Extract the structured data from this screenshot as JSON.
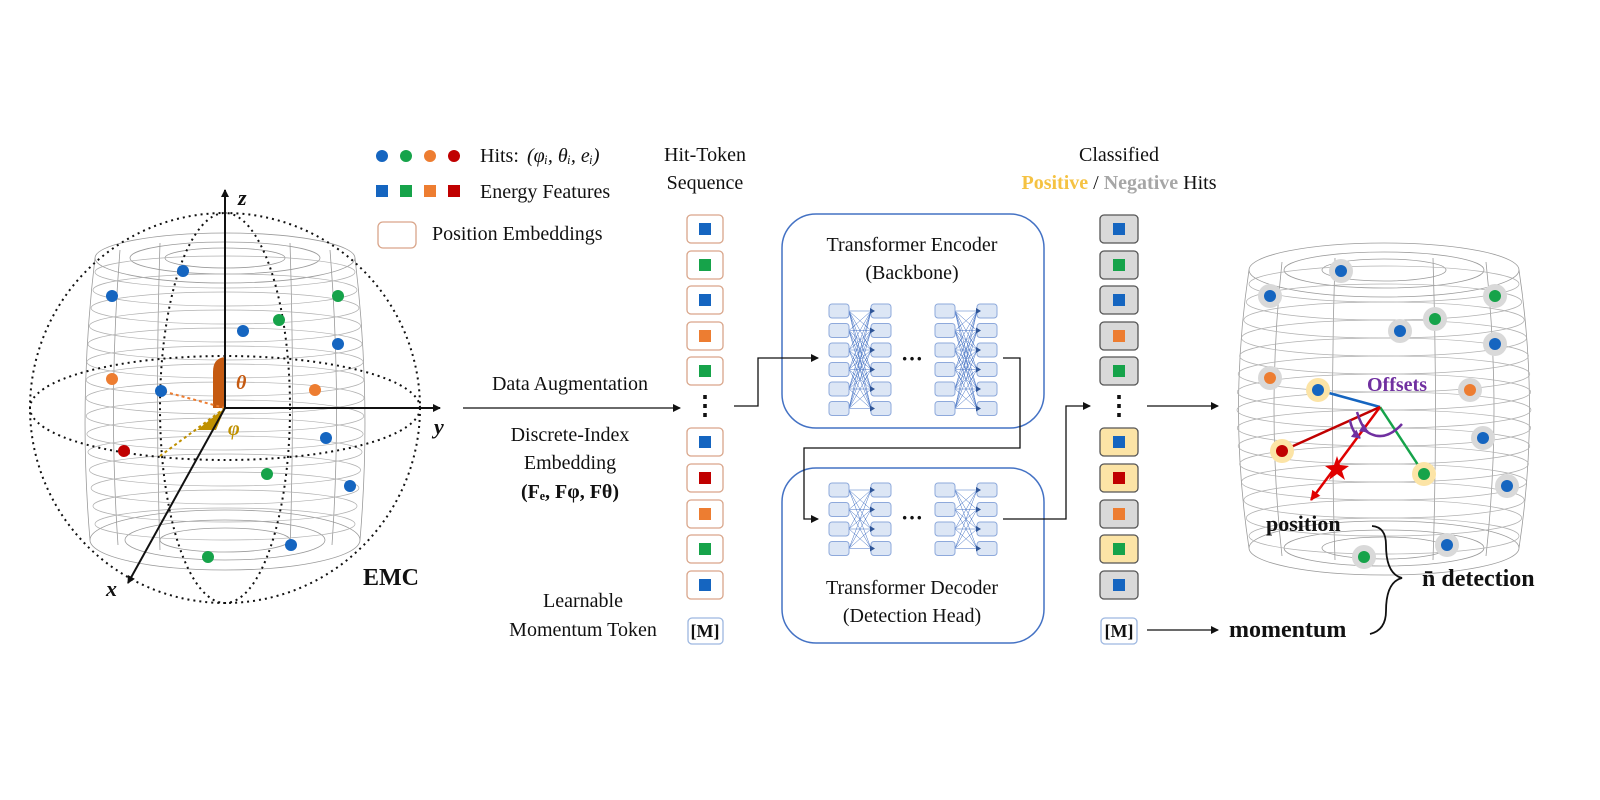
{
  "legend": {
    "hits_label": "Hits:",
    "hits_formula": "(φᵢ, θᵢ, eᵢ)",
    "energy_features_label": "Energy Features",
    "position_embeddings_label": "Position  Embeddings"
  },
  "emc": {
    "label": "EMC",
    "axis_x": "x",
    "axis_y": "y",
    "axis_z": "z",
    "theta": "θ",
    "phi": "φ"
  },
  "pipeline": {
    "data_augmentation": "Data Augmentation",
    "embedding_line1": "Discrete-Index",
    "embedding_line2": "Embedding",
    "embedding_formula": "(Fₑ, Fφ, Fθ)",
    "learnable_line1": "Learnable",
    "learnable_line2": "Momentum Token",
    "hit_token_line1": "Hit-Token",
    "hit_token_line2": "Sequence",
    "momentum_token": "[M]",
    "ellipsis_vertical": "⋮",
    "ellipsis_horizontal": "···"
  },
  "encoder": {
    "title": "Transformer Encoder",
    "subtitle": "(Backbone)"
  },
  "decoder": {
    "title": "Transformer Decoder",
    "subtitle": "(Detection Head)"
  },
  "classified": {
    "title": "Classified",
    "positive": "Positive",
    "separator": " / ",
    "negative": "Negative",
    "suffix": " Hits"
  },
  "output": {
    "offsets": "Offsets",
    "position": "position",
    "momentum": "momentum",
    "detection": "n̄ detection"
  },
  "colors": {
    "blue": "#1565C0",
    "green": "#16A34A",
    "orange": "#ED7D31",
    "red": "#C00000",
    "positive_yellow": "#F5C242",
    "negative_gray": "#A6A6A6",
    "box_border": "#4472C4",
    "theta_fill": "#C55A11",
    "phi_fill": "#BF9000",
    "offsets_purple": "#7030A0"
  },
  "token_sequence_colors": [
    "blue",
    "green",
    "blue",
    "orange",
    "green",
    "blue",
    "red",
    "orange",
    "green",
    "blue"
  ],
  "classified_flags": [
    "neg",
    "neg",
    "neg",
    "neg",
    "neg",
    "pos",
    "pos",
    "neg",
    "pos",
    "neg"
  ]
}
